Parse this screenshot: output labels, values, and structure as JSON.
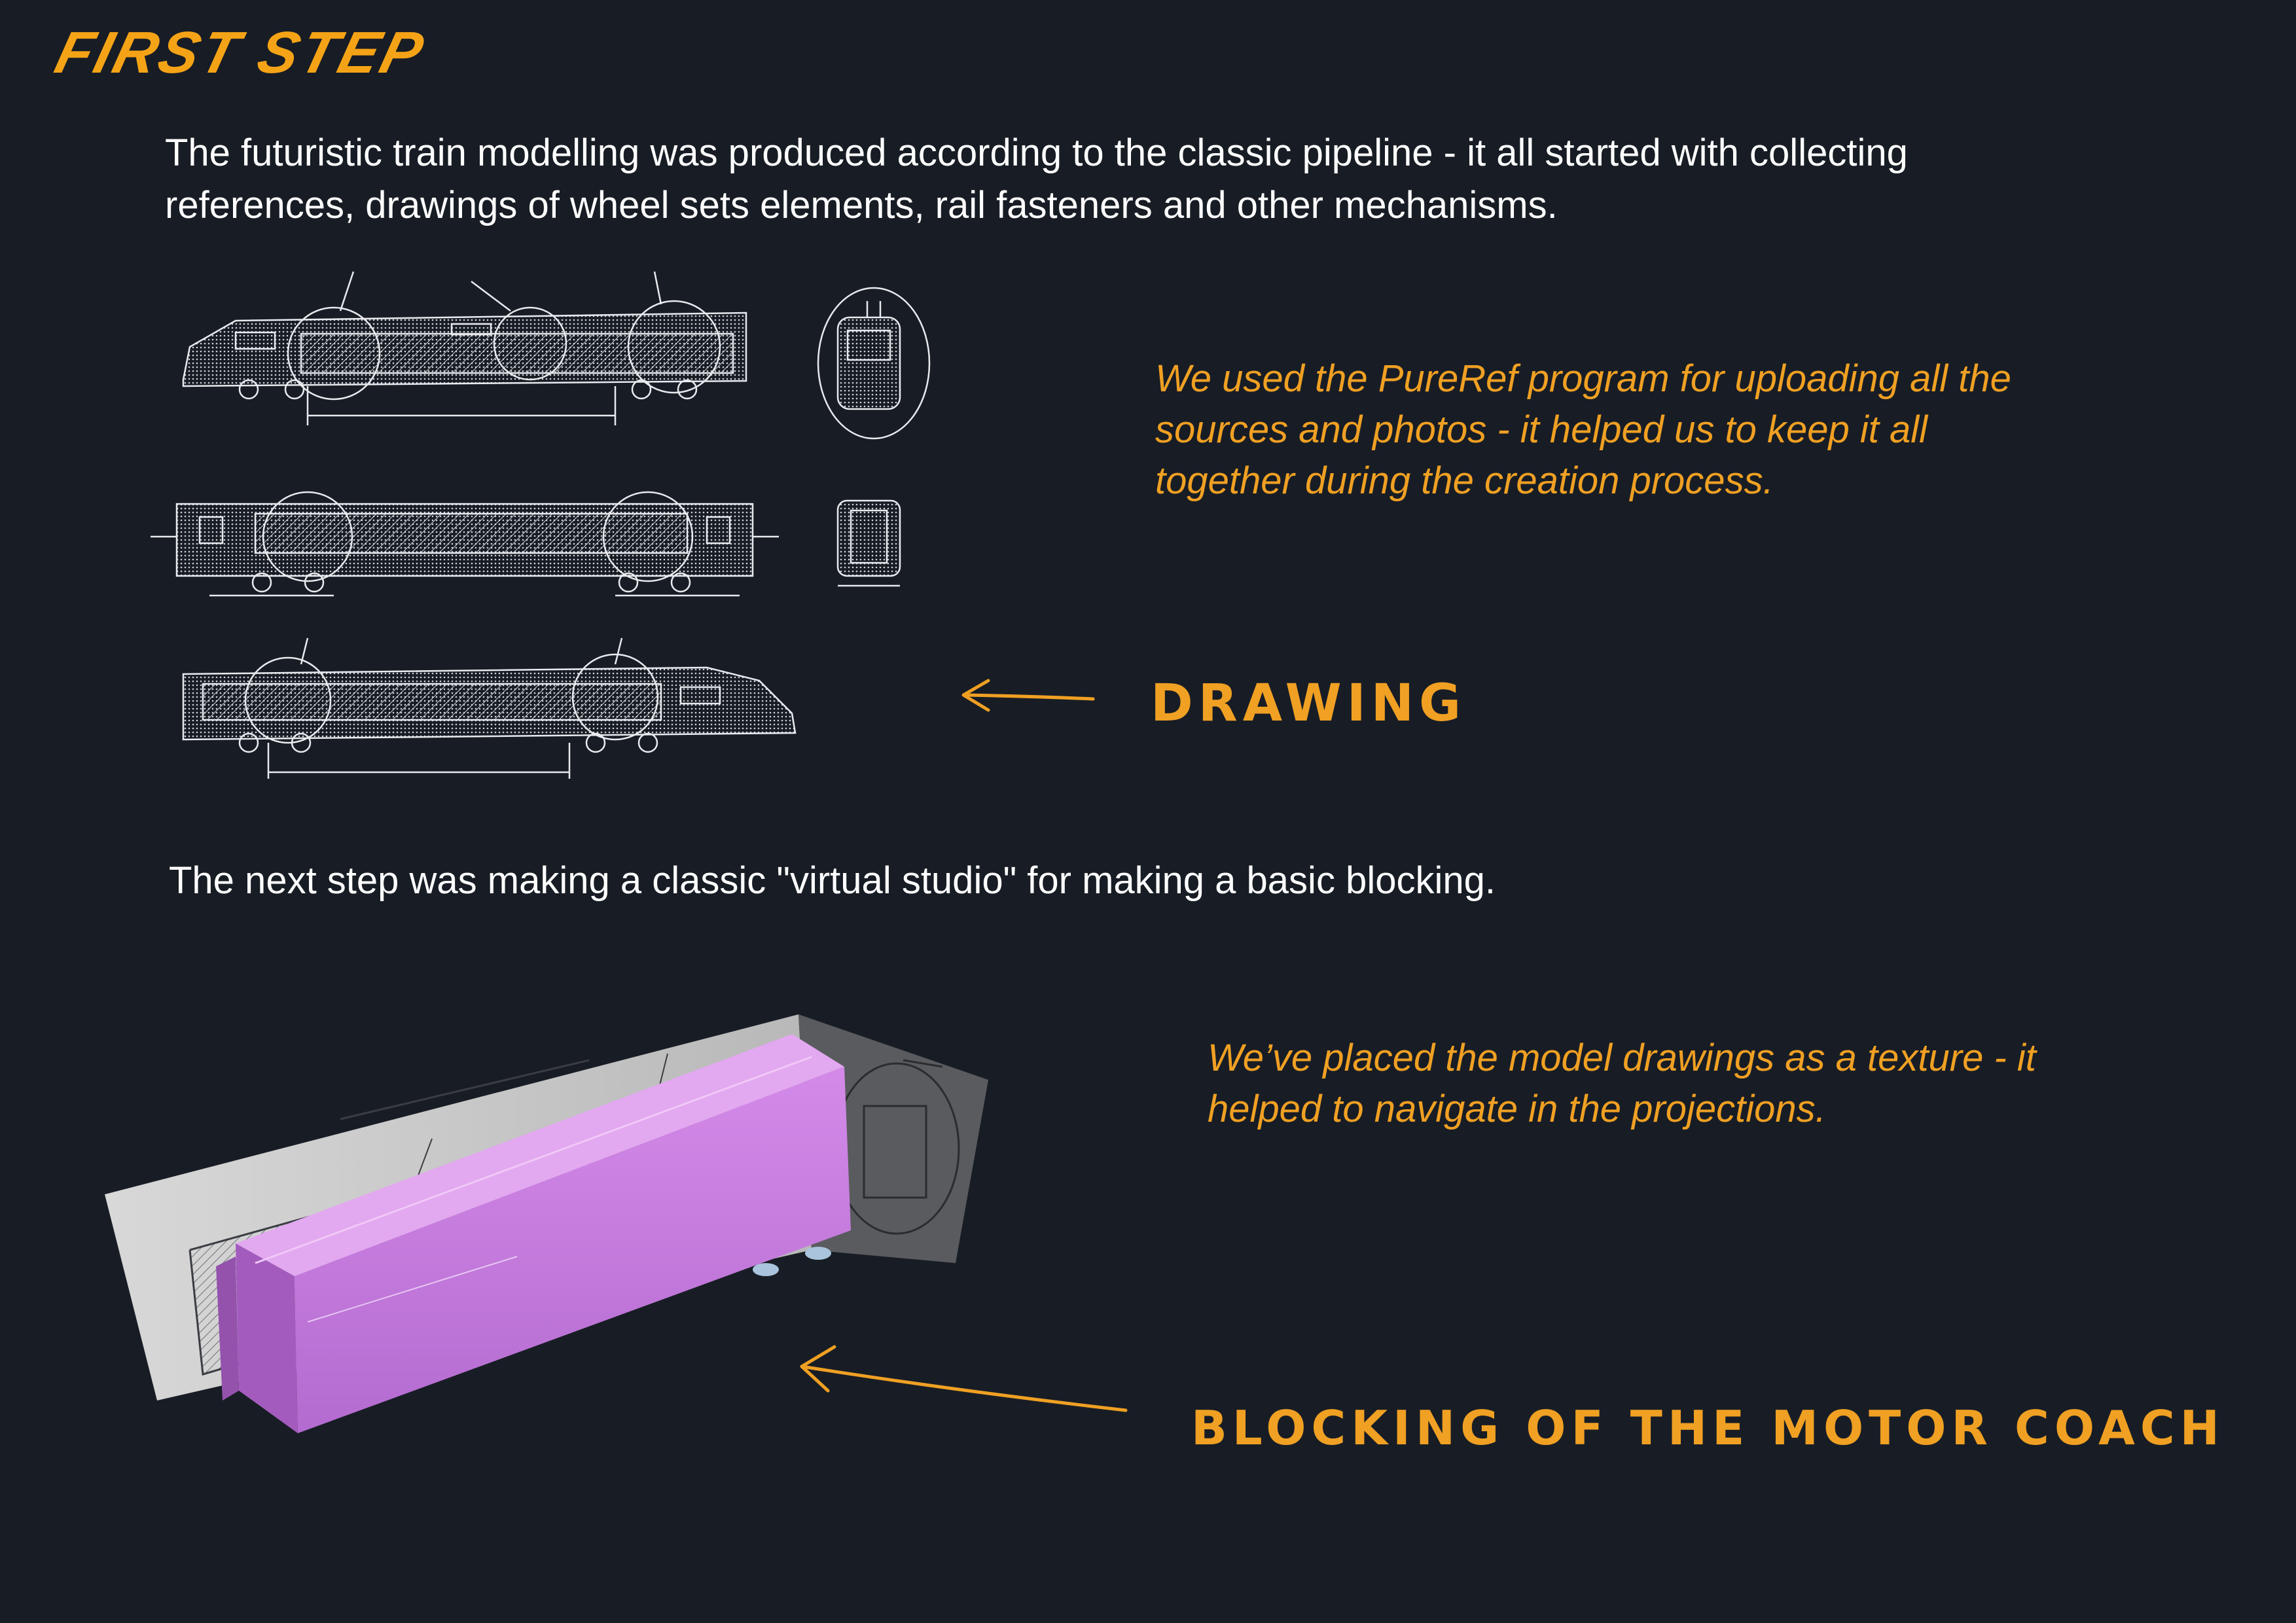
{
  "header": {
    "title": "FIRST STEP"
  },
  "intro": {
    "line1": "The futuristic train modelling was produced according to the classic pipeline - it all started with collecting",
    "line2": "references, drawings of wheel sets elements, rail fasteners and other mechanisms."
  },
  "pureref_note": {
    "line1": "We used the PureRef program for uploading all the",
    "line2": "sources and photos - it helped us to keep it all",
    "line3": "together during the creation process."
  },
  "drawing_label": "DRAWING",
  "next_step": "The next step was making a classic \"virtual studio\" for making a basic blocking.",
  "texture_note": {
    "line1": "We’ve placed the model drawings as a texture - it",
    "line2": "helped to navigate in the projections."
  },
  "blocking_label": "BLOCKING OF THE MOTOR COACH",
  "colors": {
    "background": "#181d25",
    "accent": "#f0a023",
    "blocking_model": "#c77ede"
  }
}
